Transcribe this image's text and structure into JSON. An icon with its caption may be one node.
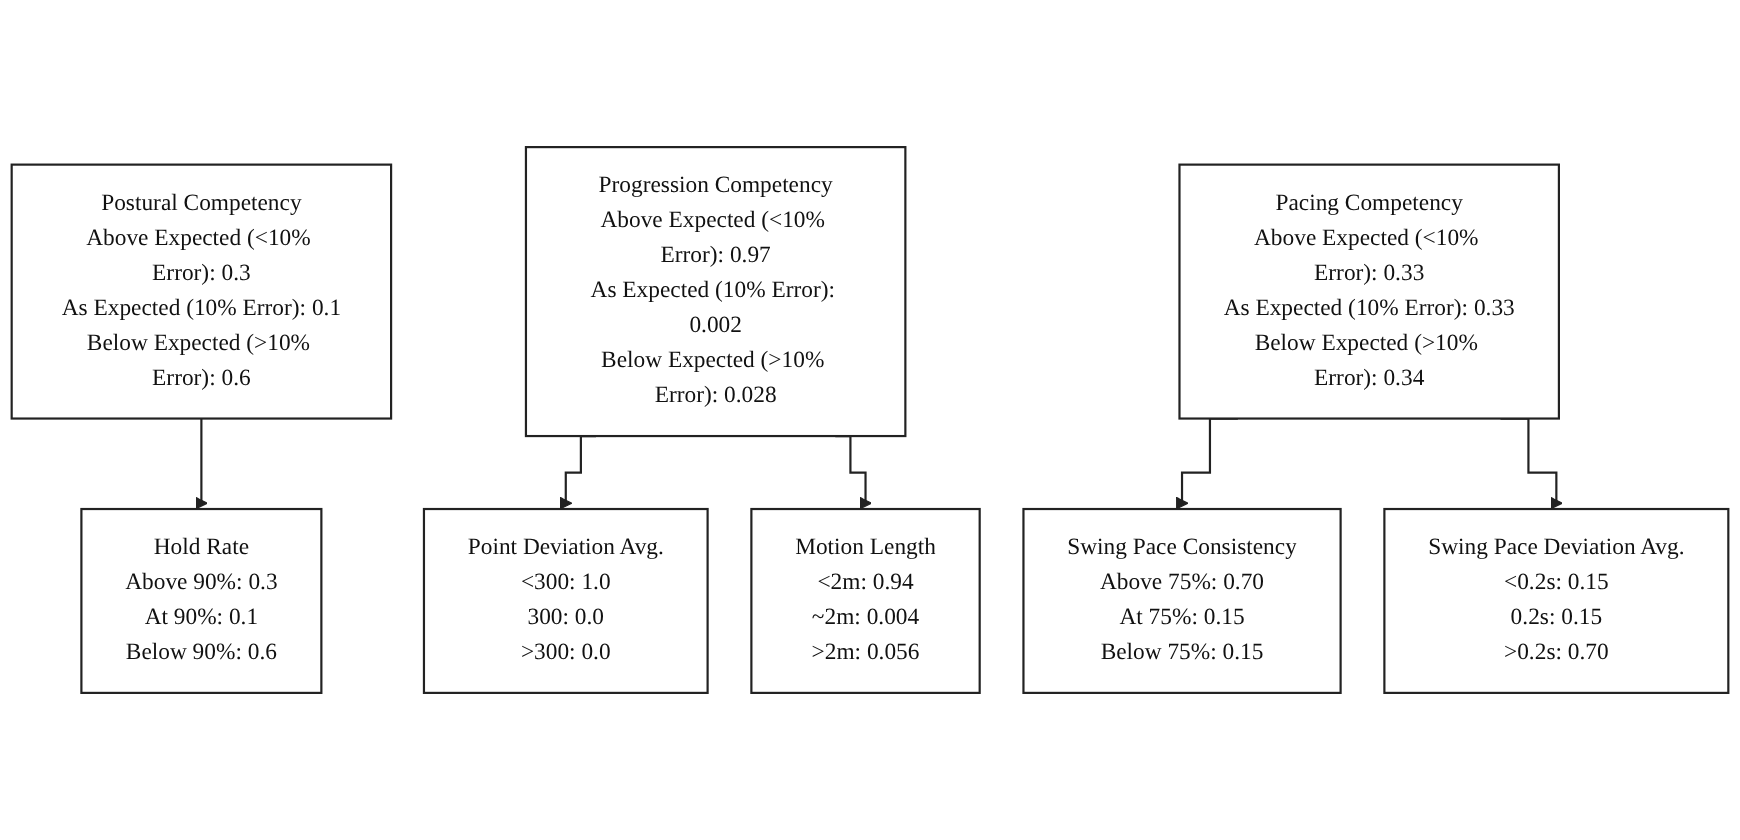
{
  "diagram": {
    "nodes": [
      {
        "text": [
          "Postural Competency",
          "Above Expected (<10% Error): 0.3",
          "As Expected (10% Error): 0.1",
          "Below Expected (>10% Error): 0.6"
        ]
      },
      {
        "text": [
          "Progression Competency",
          "Above Expected (<10% Error): 0.97",
          "As Expected (10% Error): 0.002",
          "Below Expected (>10% Error): 0.028"
        ]
      },
      {
        "text": [
          "Pacing Competency",
          "Above Expected (<10% Error): 0.33",
          "As Expected (10% Error): 0.33",
          "Below Expected (>10% Error): 0.34"
        ]
      },
      {
        "text": [
          "Hold Rate",
          "Above 90%: 0.3",
          "At 90%: 0.1",
          "Below 90%: 0.6"
        ]
      },
      {
        "text": [
          "Point Deviation Avg.",
          "<300: 1.0",
          "300: 0.0",
          ">300: 0.0"
        ]
      },
      {
        "text": [
          "Motion Length",
          "<2m: 0.94",
          "~2m: 0.004",
          ">2m: 0.056"
        ]
      },
      {
        "text": [
          "Swing Pace Consistency",
          "Above 75%: 0.70",
          "At 75%: 0.15",
          "Below 75%: 0.15"
        ]
      },
      {
        "text": [
          "Swing Pace Deviation Avg.",
          "<0.2s: 0.15",
          "0.2s: 0.15",
          ">0.2s: 0.70"
        ]
      }
    ],
    "edges": [
      {
        "from": 0,
        "to": 3,
        "arrow": "to"
      },
      {
        "from": 1,
        "to": 4,
        "arrow": "to"
      },
      {
        "from": 1,
        "to": 5,
        "arrow": "to"
      },
      {
        "from": 2,
        "to": 6,
        "arrow": "to"
      },
      {
        "from": 2,
        "to": 7,
        "arrow": "to"
      }
    ]
  }
}
